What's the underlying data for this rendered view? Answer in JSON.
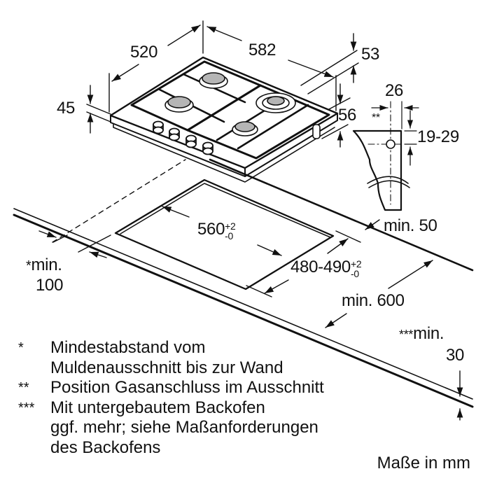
{
  "diagram": {
    "type": "installation-dimension-drawing",
    "subject": "gas-hob-built-in",
    "dimensions": {
      "hob_depth": "520",
      "hob_width": "582",
      "hob_rear_height": "53",
      "hob_height_left": "45",
      "hob_height_right": "56",
      "gas_offset": "26",
      "gas_marker": "**",
      "gas_height_range": "19-29",
      "cutout_width": "560",
      "cutout_width_tol_plus": "+2",
      "cutout_width_tol_minus": "-0",
      "cutout_depth": "480-490",
      "cutout_depth_tol_plus": "+2",
      "cutout_depth_tol_minus": "-0",
      "min_wall_prefix": "*",
      "min_wall_label": "min.",
      "min_wall_value": "100",
      "min_back": "min. 50",
      "min_depth": "min. 600",
      "min_bottom_prefix": "***",
      "min_bottom_label": "min.",
      "min_bottom_value": "30"
    },
    "notes": [
      {
        "mark": "*",
        "lines": [
          "Mindestabstand vom",
          "Muldenausschnitt bis zur Wand"
        ]
      },
      {
        "mark": "**",
        "lines": [
          "Position Gasanschluss im Ausschnitt"
        ]
      },
      {
        "mark": "***",
        "lines": [
          "Mit untergebautem Backofen",
          "ggf. mehr; siehe Maßanforderungen",
          "des Backofens"
        ]
      }
    ],
    "units_label": "Maße in mm",
    "colors": {
      "line": "#111111",
      "burner_fill": "#b5b5b5",
      "background": "#ffffff"
    }
  }
}
